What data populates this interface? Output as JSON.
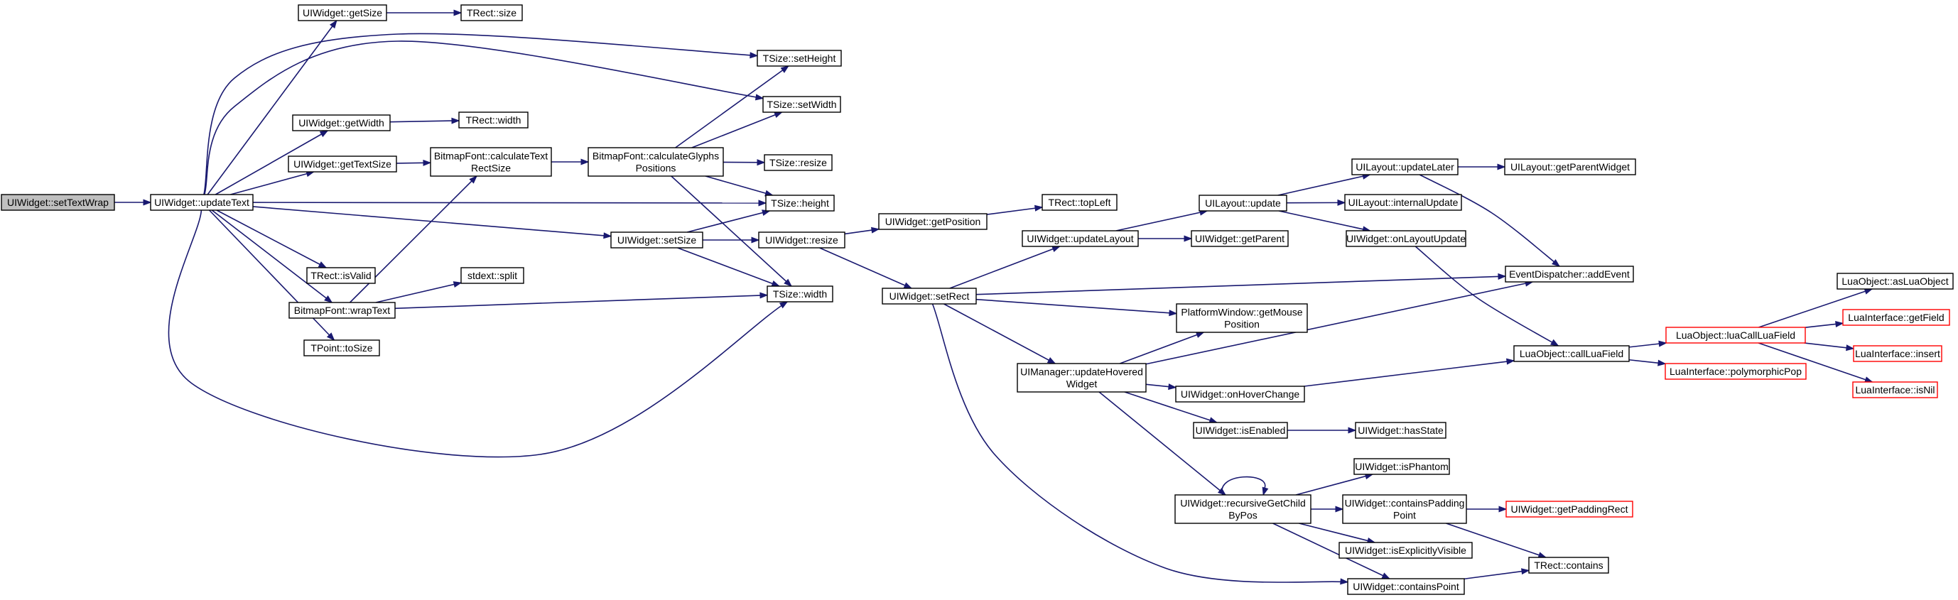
{
  "graph": {
    "colors": {
      "edge": "#191970",
      "node_border": "#000000",
      "node_fill": "#ffffff",
      "root_fill": "#bfbfbf",
      "truncated_border": "#ff0000"
    },
    "nodes": [
      {
        "id": "setTextWrap",
        "lines": [
          "UIWidget::setTextWrap"
        ],
        "root": true
      },
      {
        "id": "updateText",
        "lines": [
          "UIWidget::updateText"
        ]
      },
      {
        "id": "getSize",
        "lines": [
          "UIWidget::getSize"
        ]
      },
      {
        "id": "rectSize",
        "lines": [
          "TRect::size"
        ]
      },
      {
        "id": "setHeight",
        "lines": [
          "TSize::setHeight"
        ]
      },
      {
        "id": "setWidth",
        "lines": [
          "TSize::setWidth"
        ]
      },
      {
        "id": "getWidth",
        "lines": [
          "UIWidget::getWidth"
        ]
      },
      {
        "id": "rectWidth",
        "lines": [
          "TRect::width"
        ]
      },
      {
        "id": "getTextSize",
        "lines": [
          "UIWidget::getTextSize"
        ]
      },
      {
        "id": "calcTextRect",
        "lines": [
          "BitmapFont::calculateText",
          "RectSize"
        ]
      },
      {
        "id": "calcGlyphs",
        "lines": [
          "BitmapFont::calculateGlyphs",
          "Positions"
        ]
      },
      {
        "id": "resize",
        "lines": [
          "TSize::resize"
        ]
      },
      {
        "id": "height",
        "lines": [
          "TSize::height"
        ]
      },
      {
        "id": "setSize",
        "lines": [
          "UIWidget::setSize"
        ]
      },
      {
        "id": "wresize",
        "lines": [
          "UIWidget::resize"
        ]
      },
      {
        "id": "width",
        "lines": [
          "TSize::width"
        ]
      },
      {
        "id": "isValid",
        "lines": [
          "TRect::isValid"
        ]
      },
      {
        "id": "wrapText",
        "lines": [
          "BitmapFont::wrapText"
        ]
      },
      {
        "id": "split",
        "lines": [
          "stdext::split"
        ]
      },
      {
        "id": "toSize",
        "lines": [
          "TPoint::toSize"
        ]
      },
      {
        "id": "getPosition",
        "lines": [
          "UIWidget::getPosition"
        ]
      },
      {
        "id": "topLeft",
        "lines": [
          "TRect::topLeft"
        ]
      },
      {
        "id": "setRect",
        "lines": [
          "UIWidget::setRect"
        ]
      },
      {
        "id": "updateLayout",
        "lines": [
          "UIWidget::updateLayout"
        ]
      },
      {
        "id": "layoutUpdate",
        "lines": [
          "UILayout::update"
        ]
      },
      {
        "id": "getParent",
        "lines": [
          "UIWidget::getParent"
        ]
      },
      {
        "id": "updateLater",
        "lines": [
          "UILayout::updateLater"
        ]
      },
      {
        "id": "getParentWidget",
        "lines": [
          "UILayout::getParentWidget"
        ]
      },
      {
        "id": "internalUpdate",
        "lines": [
          "UILayout::internalUpdate"
        ]
      },
      {
        "id": "onLayoutUpdate",
        "lines": [
          "UIWidget::onLayoutUpdate"
        ]
      },
      {
        "id": "addEvent",
        "lines": [
          "EventDispatcher::addEvent"
        ]
      },
      {
        "id": "getMousePos",
        "lines": [
          "PlatformWindow::getMouse",
          "Position"
        ]
      },
      {
        "id": "updateHovered",
        "lines": [
          "UIManager::updateHovered",
          "Widget"
        ]
      },
      {
        "id": "onHoverChange",
        "lines": [
          "UIWidget::onHoverChange"
        ]
      },
      {
        "id": "isEnabled",
        "lines": [
          "UIWidget::isEnabled"
        ]
      },
      {
        "id": "hasState",
        "lines": [
          "UIWidget::hasState"
        ]
      },
      {
        "id": "recursiveGet",
        "lines": [
          "UIWidget::recursiveGetChild",
          "ByPos"
        ]
      },
      {
        "id": "isPhantom",
        "lines": [
          "UIWidget::isPhantom"
        ]
      },
      {
        "id": "containsPadding",
        "lines": [
          "UIWidget::containsPadding",
          "Point"
        ]
      },
      {
        "id": "getPaddingRect",
        "lines": [
          "UIWidget::getPaddingRect"
        ],
        "truncated": true
      },
      {
        "id": "isExplicitlyVisible",
        "lines": [
          "UIWidget::isExplicitlyVisible"
        ]
      },
      {
        "id": "containsPoint",
        "lines": [
          "UIWidget::containsPoint"
        ]
      },
      {
        "id": "contains",
        "lines": [
          "TRect::contains"
        ]
      },
      {
        "id": "callLuaField",
        "lines": [
          "LuaObject::callLuaField"
        ]
      },
      {
        "id": "luaCallLuaField",
        "lines": [
          "LuaObject::luaCallLuaField"
        ],
        "truncated": true
      },
      {
        "id": "polymorphicPop",
        "lines": [
          "LuaInterface::polymorphicPop"
        ],
        "truncated": true
      },
      {
        "id": "asLuaObject",
        "lines": [
          "LuaObject::asLuaObject"
        ]
      },
      {
        "id": "getField",
        "lines": [
          "LuaInterface::getField"
        ],
        "truncated": true
      },
      {
        "id": "insert",
        "lines": [
          "LuaInterface::insert"
        ],
        "truncated": true
      },
      {
        "id": "isNil",
        "lines": [
          "LuaInterface::isNil"
        ],
        "truncated": true
      }
    ],
    "edges": [
      [
        "setTextWrap",
        "updateText"
      ],
      [
        "updateText",
        "getSize"
      ],
      [
        "updateText",
        "setHeight"
      ],
      [
        "updateText",
        "setWidth"
      ],
      [
        "updateText",
        "getWidth"
      ],
      [
        "updateText",
        "getTextSize"
      ],
      [
        "updateText",
        "height"
      ],
      [
        "updateText",
        "setSize"
      ],
      [
        "updateText",
        "isValid"
      ],
      [
        "updateText",
        "wrapText"
      ],
      [
        "updateText",
        "toSize"
      ],
      [
        "updateText",
        "width"
      ],
      [
        "getSize",
        "rectSize"
      ],
      [
        "getWidth",
        "rectWidth"
      ],
      [
        "getTextSize",
        "calcTextRect"
      ],
      [
        "calcTextRect",
        "calcGlyphs"
      ],
      [
        "calcGlyphs",
        "setHeight"
      ],
      [
        "calcGlyphs",
        "setWidth"
      ],
      [
        "calcGlyphs",
        "resize"
      ],
      [
        "calcGlyphs",
        "height"
      ],
      [
        "calcGlyphs",
        "width"
      ],
      [
        "setSize",
        "height"
      ],
      [
        "setSize",
        "wresize"
      ],
      [
        "setSize",
        "width"
      ],
      [
        "wrapText",
        "calcTextRect"
      ],
      [
        "wrapText",
        "split"
      ],
      [
        "wrapText",
        "width"
      ],
      [
        "wresize",
        "getPosition"
      ],
      [
        "wresize",
        "setRect"
      ],
      [
        "getPosition",
        "topLeft"
      ],
      [
        "setRect",
        "updateLayout"
      ],
      [
        "setRect",
        "addEvent"
      ],
      [
        "setRect",
        "getMousePos"
      ],
      [
        "setRect",
        "updateHovered"
      ],
      [
        "setRect",
        "containsPoint"
      ],
      [
        "updateLayout",
        "layoutUpdate"
      ],
      [
        "updateLayout",
        "getParent"
      ],
      [
        "layoutUpdate",
        "updateLater"
      ],
      [
        "layoutUpdate",
        "internalUpdate"
      ],
      [
        "layoutUpdate",
        "onLayoutUpdate"
      ],
      [
        "updateLater",
        "getParentWidget"
      ],
      [
        "updateLater",
        "addEvent"
      ],
      [
        "onLayoutUpdate",
        "callLuaField"
      ],
      [
        "updateHovered",
        "getMousePos"
      ],
      [
        "updateHovered",
        "addEvent"
      ],
      [
        "updateHovered",
        "onHoverChange"
      ],
      [
        "updateHovered",
        "isEnabled"
      ],
      [
        "updateHovered",
        "recursiveGet"
      ],
      [
        "onHoverChange",
        "callLuaField"
      ],
      [
        "isEnabled",
        "hasState"
      ],
      [
        "recursiveGet",
        "recursiveGet"
      ],
      [
        "recursiveGet",
        "isPhantom"
      ],
      [
        "recursiveGet",
        "containsPadding"
      ],
      [
        "recursiveGet",
        "isExplicitlyVisible"
      ],
      [
        "recursiveGet",
        "containsPoint"
      ],
      [
        "containsPadding",
        "getPaddingRect"
      ],
      [
        "containsPadding",
        "contains"
      ],
      [
        "containsPoint",
        "contains"
      ],
      [
        "callLuaField",
        "luaCallLuaField"
      ],
      [
        "callLuaField",
        "polymorphicPop"
      ],
      [
        "luaCallLuaField",
        "asLuaObject"
      ],
      [
        "luaCallLuaField",
        "getField"
      ],
      [
        "luaCallLuaField",
        "insert"
      ],
      [
        "luaCallLuaField",
        "isNil"
      ]
    ]
  }
}
